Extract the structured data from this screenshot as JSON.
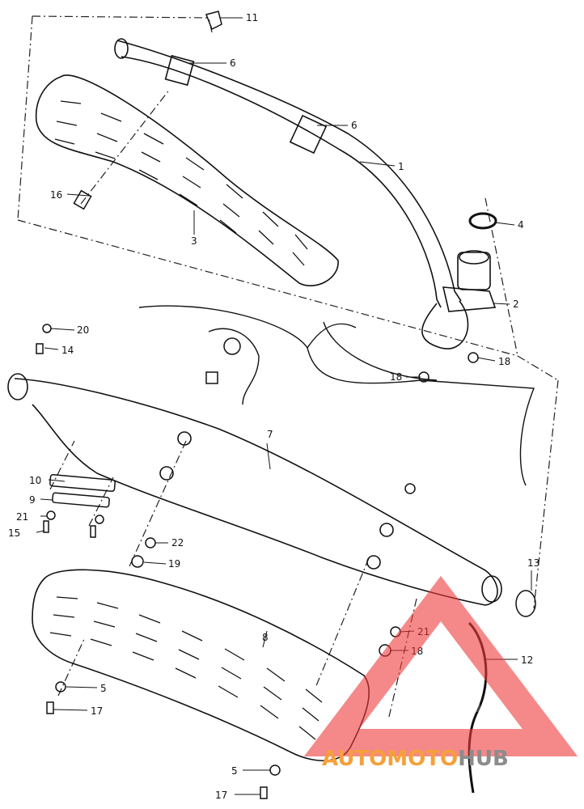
{
  "callouts": {
    "c11": "11",
    "c6a": "6",
    "c6b": "6",
    "c1": "1",
    "c16": "16",
    "c3": "3",
    "c4": "4",
    "c2": "2",
    "c18a": "18",
    "c18b": "18",
    "c20": "20",
    "c14": "14",
    "c7": "7",
    "c10": "10",
    "c9": "9",
    "c21a": "21",
    "c15": "15",
    "c22": "22",
    "c19": "19",
    "c13": "13",
    "c8": "8",
    "c21b": "21",
    "c18c": "18",
    "c12": "12",
    "c5a": "5",
    "c17a": "17",
    "c5b": "5",
    "c17b": "17"
  },
  "watermark": {
    "part1": "AUTO",
    "part2": "MOTO",
    "part3": "HUB",
    "color_orange": "#f5a03a",
    "color_gray": "#8c8c8c",
    "color_red": "#ee3b3b"
  }
}
